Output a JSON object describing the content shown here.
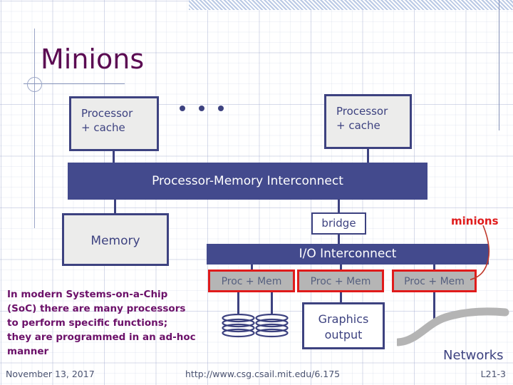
{
  "slide": {
    "title": "Minions",
    "title_color": "#5b0b52"
  },
  "diagram": {
    "processor_left": "Processor\n+ cache",
    "processor_left_line1": "Processor",
    "processor_left_line2": "+ cache",
    "processor_right_line1": "Processor",
    "processor_right_line2": "+ cache",
    "ellipsis": "• • •",
    "processor_memory_interconnect": "Processor-Memory Interconnect",
    "memory": "Memory",
    "bridge": "bridge",
    "io_interconnect": "I/O Interconnect",
    "proc_mem_boxes": [
      "Proc + Mem",
      "Proc + Mem",
      "Proc + Mem"
    ],
    "graphics_line1": "Graphics",
    "graphics_line2": "output",
    "minions_label": "minions",
    "minions_label_color": "#e01b1b",
    "networks_label": "Networks",
    "accent_blue": "#434a8d",
    "box_fill": "#ececeb",
    "proc_mem_fill": "#b5b5b5",
    "proc_mem_border": "#e01b1b"
  },
  "note": {
    "line1": "In modern Systems-on-a-Chip",
    "line2": "(SoC) there are many processors",
    "line3": "to perform specific functions;",
    "line4": "they are programmed in an ad-hoc",
    "line5": "manner",
    "color": "#6b1069"
  },
  "footer": {
    "date": "November 13, 2017",
    "url": "http://www.csg.csail.mit.edu/6.175",
    "page": "L21-3"
  }
}
